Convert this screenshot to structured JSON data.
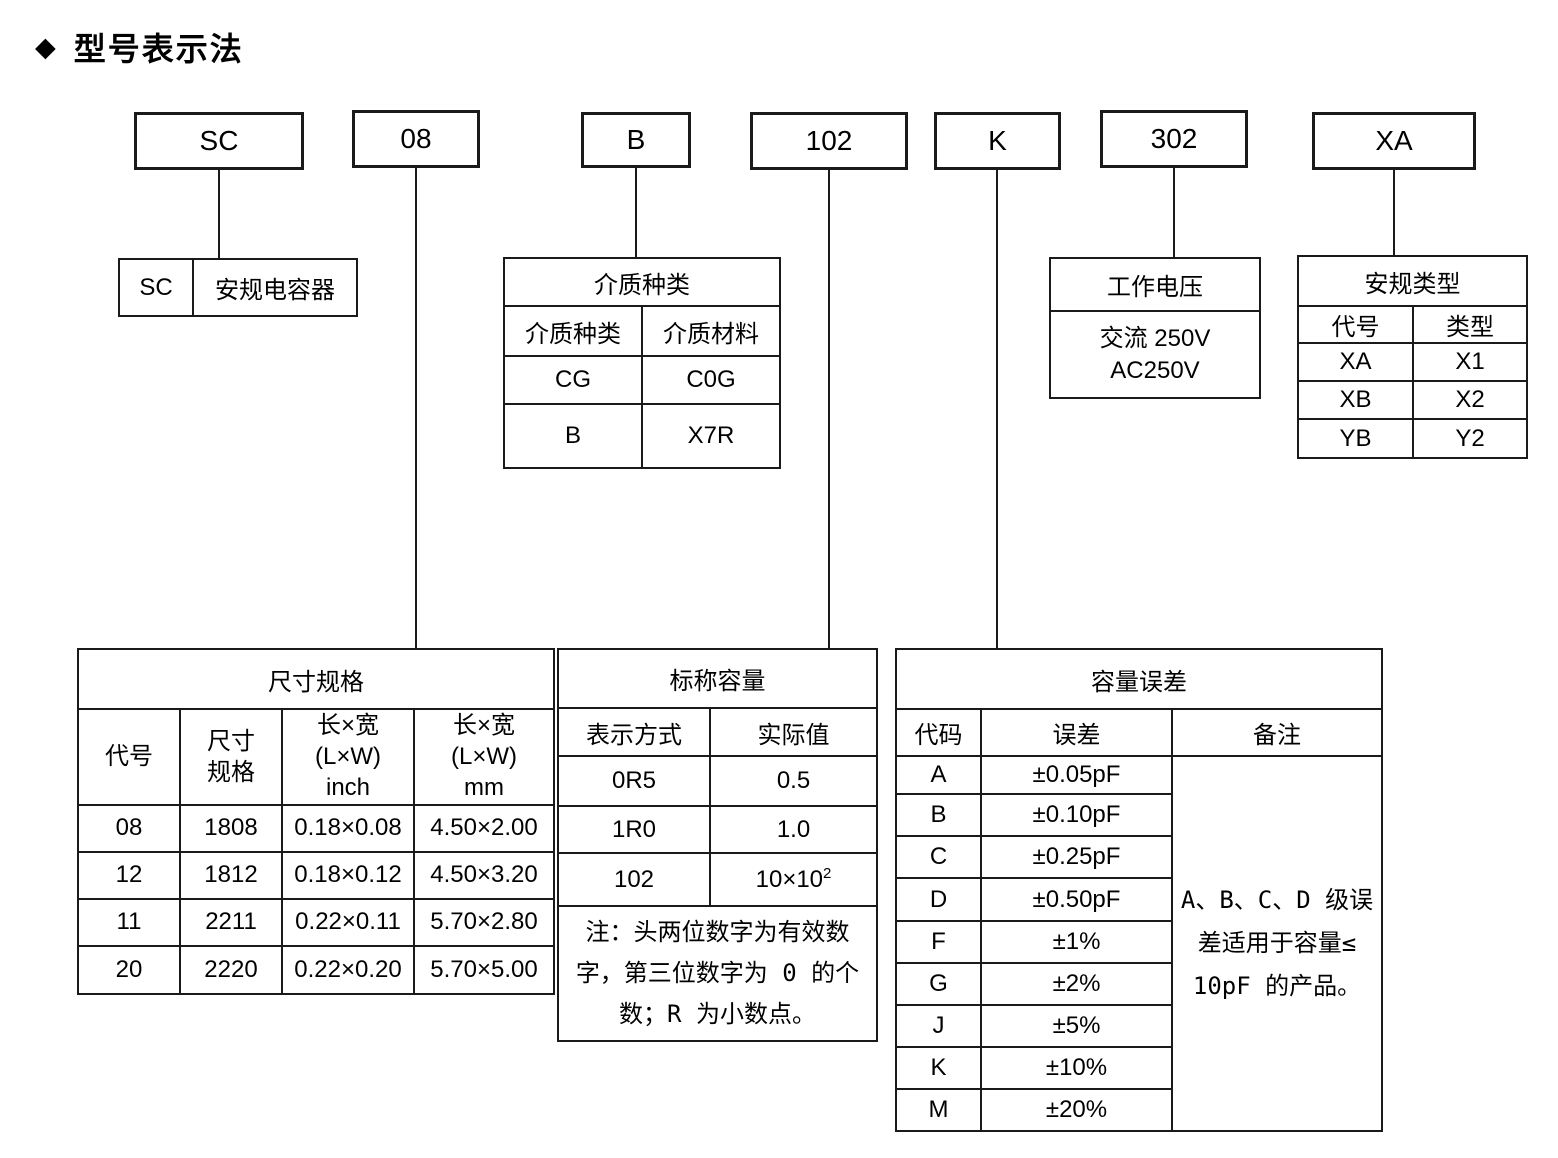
{
  "page": {
    "bullet": "◆",
    "title": "型号表示法"
  },
  "colors": {
    "border": "#1a1a1a",
    "text": "#000000",
    "background": "#ffffff"
  },
  "code_boxes": {
    "series": "SC",
    "size": "08",
    "dielectric": "B",
    "capacitance": "102",
    "tolerance": "K",
    "voltage": "302",
    "safety": "XA"
  },
  "series_meaning": {
    "code": "SC",
    "meaning": "安规电容器"
  },
  "dielectric": {
    "title": "介质种类",
    "col1": "介质种类",
    "col2": "介质材料",
    "rows": [
      {
        "type": "CG",
        "material": "C0G"
      },
      {
        "type": "B",
        "material": "X7R"
      }
    ]
  },
  "voltage": {
    "title": "工作电压",
    "value": "交流 250V\nAC250V"
  },
  "safety": {
    "title": "安规类型",
    "col1": "代号",
    "col2": "类型",
    "rows": [
      {
        "code": "XA",
        "type": "X1"
      },
      {
        "code": "XB",
        "type": "X2"
      },
      {
        "code": "YB",
        "type": "Y2"
      }
    ]
  },
  "size": {
    "title": "尺寸规格",
    "col1": "代号",
    "col2": "尺寸\n规格",
    "col3": "长×宽\n(L×W)\ninch",
    "col4": "长×宽\n(L×W)\nmm",
    "rows": [
      {
        "code": "08",
        "spec": "1808",
        "inch": "0.18×0.08",
        "mm": "4.50×2.00"
      },
      {
        "code": "12",
        "spec": "1812",
        "inch": "0.18×0.12",
        "mm": "4.50×3.20"
      },
      {
        "code": "11",
        "spec": "2211",
        "inch": "0.22×0.11",
        "mm": "5.70×2.80"
      },
      {
        "code": "20",
        "spec": "2220",
        "inch": "0.22×0.20",
        "mm": "5.70×5.00"
      }
    ]
  },
  "capacitance": {
    "title": "标称容量",
    "col1": "表示方式",
    "col2": "实际值",
    "rows": [
      {
        "code": "0R5",
        "value": "0.5"
      },
      {
        "code": "1R0",
        "value": "1.0"
      }
    ],
    "row_exp": {
      "code": "102",
      "value_base": "10×10",
      "value_exp": "2"
    },
    "note": "注：头两位数字为有效数\n字，第三位数字为 0 的个\n数；R 为小数点。"
  },
  "tolerance": {
    "title": "容量误差",
    "col1": "代码",
    "col2": "误差",
    "col3": "备注",
    "rows": [
      {
        "code": "A",
        "value": "±0.05pF"
      },
      {
        "code": "B",
        "value": "±0.10pF"
      },
      {
        "code": "C",
        "value": "±0.25pF"
      },
      {
        "code": "D",
        "value": "±0.50pF"
      },
      {
        "code": "F",
        "value": "±1%"
      },
      {
        "code": "G",
        "value": "±2%"
      },
      {
        "code": "J",
        "value": "±5%"
      },
      {
        "code": "K",
        "value": "±10%"
      },
      {
        "code": "M",
        "value": "±20%"
      }
    ],
    "remark": "A、B、C、D 级误差适用于容量≤ 10pF 的产品。"
  }
}
